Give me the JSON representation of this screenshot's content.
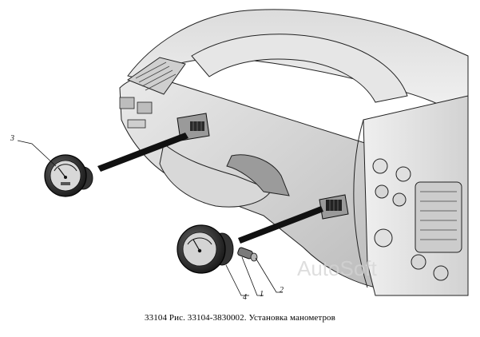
{
  "caption": "33104 Рис. 33104-3830002. Установка манометров",
  "watermark": "AutoSoft",
  "callouts": {
    "c1": "1",
    "c2": "2",
    "c3": "3",
    "c4": "4"
  },
  "colors": {
    "line": "#111111",
    "panel_light": "#eeeeee",
    "panel_mid": "#c9c9c9",
    "panel_dark": "#7a7a7a"
  }
}
